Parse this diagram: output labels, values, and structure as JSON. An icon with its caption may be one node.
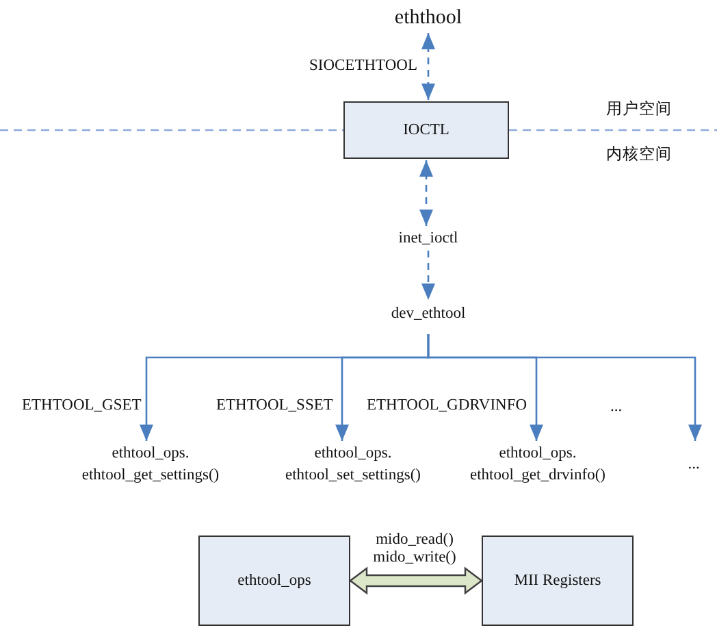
{
  "diagram": {
    "nodes": [
      {
        "text": [
          "eththool"
        ]
      },
      {
        "text": [
          "IOCTL"
        ]
      },
      {
        "text": [
          "inet_ioctl"
        ]
      },
      {
        "text": [
          "dev_ethtool"
        ]
      },
      {
        "text": [
          "ethtool_ops. ethtool_get_settings()"
        ]
      },
      {
        "text": [
          "ethtool_ops. ethtool_set_settings()"
        ]
      },
      {
        "text": [
          "ethtool_ops. ethtool_get_drvinfo()"
        ]
      },
      {
        "text": [
          "..."
        ]
      },
      {
        "text": [
          "ethtool_ops"
        ]
      },
      {
        "text": [
          "MII Registers"
        ]
      }
    ],
    "edges": [
      {
        "from": 0,
        "to": 1,
        "arrow": "both",
        "style": "dashed",
        "label": "SIOCETHTOOL"
      },
      {
        "from": 1,
        "to": 2,
        "arrow": "both",
        "style": "dashed"
      },
      {
        "from": 2,
        "to": 3,
        "arrow": "to",
        "style": "dashed"
      },
      {
        "from": 3,
        "to": 4,
        "arrow": "to",
        "label": "ETHTOOL_GSET"
      },
      {
        "from": 3,
        "to": 5,
        "arrow": "to",
        "label": "ETHTOOL_SSET"
      },
      {
        "from": 3,
        "to": 6,
        "arrow": "to",
        "label": "ETHTOOL_GDRVINFO"
      },
      {
        "from": 3,
        "to": 7,
        "arrow": "to",
        "label": "..."
      },
      {
        "from": 8,
        "to": 9,
        "arrow": "both",
        "style": "thick",
        "color": "#dce6c8",
        "label": "mido_read() mido_write()"
      }
    ],
    "labels": [
      "用户空间",
      "内核空间"
    ]
  }
}
